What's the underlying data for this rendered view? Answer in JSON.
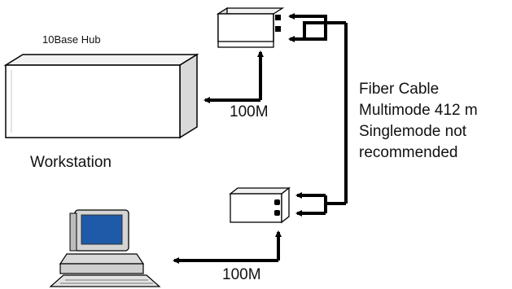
{
  "labels": {
    "hub": "10Base Hub",
    "workstation": "Workstation",
    "speed_top": "100M",
    "speed_bottom": "100M"
  },
  "fiber": {
    "line1": "Fiber Cable",
    "line2": "Multimode 412 m",
    "line3": "Singlemode not",
    "line4": "recommended"
  },
  "icons": {
    "hub": "hub-box-icon",
    "converter_top": "media-converter-icon",
    "converter_bottom": "media-converter-icon",
    "workstation": "computer-workstation-icon"
  },
  "colors": {
    "line": "#000000",
    "box_fill": "#ffffff",
    "box_shade": "#e6e6e6",
    "screen": "#1e5aa8"
  }
}
